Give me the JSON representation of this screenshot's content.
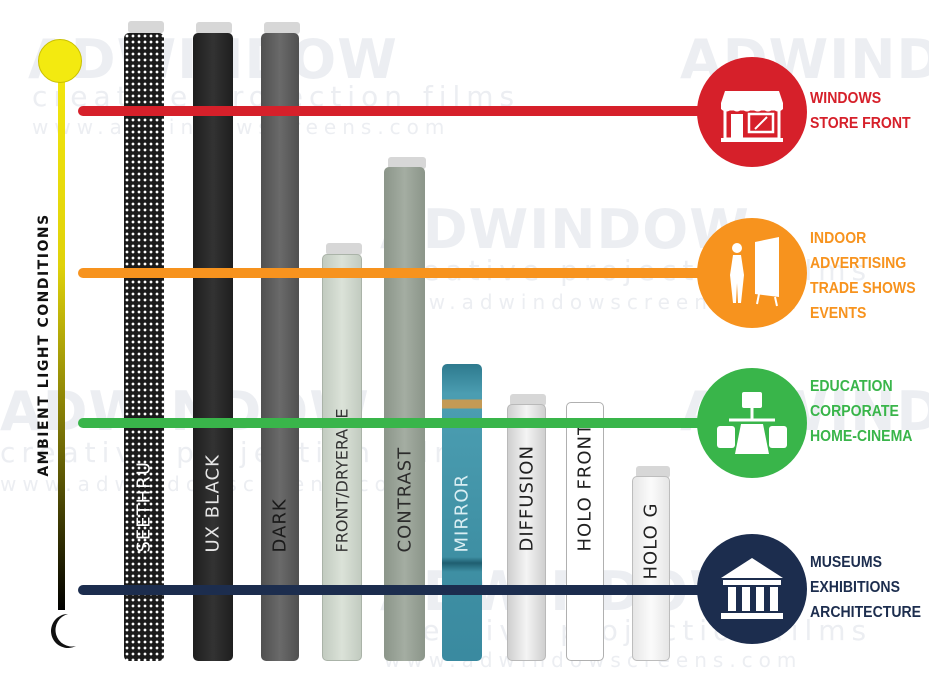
{
  "axis_label": "AMBIENT LIGHT CONDITIONS",
  "watermark": {
    "brand_a": "AD",
    "brand_b": "WINDOW",
    "tagline": "creative projection films",
    "url": "www.adwindowscreens.com"
  },
  "colors": {
    "red": "#d6202a",
    "orange": "#f7931e",
    "green": "#39b54a",
    "navy": "#1c2d4e",
    "sun": "#f3ea10"
  },
  "icons": {
    "sun": "sun-icon",
    "moon": "moon-icon",
    "store": "storefront-icon",
    "advertising": "person-display-icon",
    "education": "network-screens-icon",
    "museum": "museum-building-icon"
  },
  "bars": [
    {
      "label": "SEETHRU"
    },
    {
      "label": "UX BLACK"
    },
    {
      "label": "DARK"
    },
    {
      "label": "FRONT/DRYERASE"
    },
    {
      "label": "CONTRAST"
    },
    {
      "label": "MIRROR"
    },
    {
      "label": "DIFFUSION"
    },
    {
      "label": "HOLO FRONT"
    },
    {
      "label": "HOLO G"
    }
  ],
  "categories": [
    {
      "lines": [
        "WINDOWS",
        "STORE FRONT"
      ]
    },
    {
      "lines": [
        "INDOOR",
        "ADVERTISING",
        "TRADE SHOWS",
        "EVENTS"
      ]
    },
    {
      "lines": [
        "EDUCATION",
        "CORPORATE",
        "HOME-CINEMA"
      ]
    },
    {
      "lines": [
        "MUSEUMS",
        "EXHIBITIONS",
        "ARCHITECTURE"
      ]
    }
  ]
}
